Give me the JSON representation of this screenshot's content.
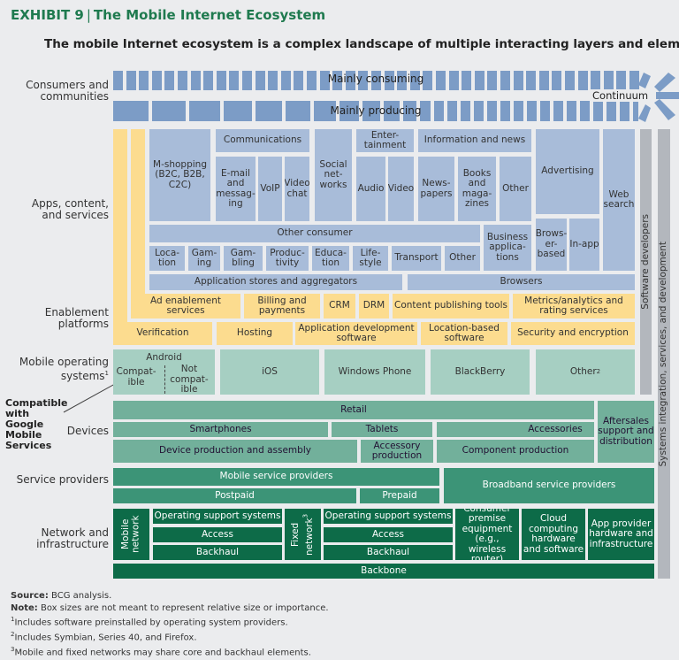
{
  "header": {
    "exhibit": "EXHIBIT 9",
    "title": "The Mobile Internet Ecosystem",
    "subtitle": "The mobile Internet ecosystem is a complex landscape of multiple interacting layers and elements"
  },
  "row_labels": {
    "consumers": "Consumers and communities",
    "apps": "Apps, content, and services",
    "enablement": "Enablement platforms",
    "os": "Mobile operating systems",
    "os_sup": "1",
    "devices": "Devices",
    "service": "Service providers",
    "network": "Network and infrastructure",
    "gms_callout": "Compatible with Google Mobile Services"
  },
  "consumers": {
    "consuming": "Mainly consuming",
    "producing": "Mainly producing",
    "continuum": "Continuum"
  },
  "apps": {
    "m_shopping": "M-shopping (B2C, B2B, C2C)",
    "communications": "Communications",
    "email": "E-mail and messag-ing",
    "voip": "VoIP",
    "video_chat": "Video chat",
    "social": "Social net-works",
    "entertainment": "Enter-tainment",
    "audio": "Audio",
    "video": "Video",
    "info_news": "Information and news",
    "newspapers": "News-papers",
    "books": "Books and maga-zines",
    "other_info": "Other",
    "advertising": "Advertising",
    "web_search": "Web search",
    "other_consumer": "Other consumer",
    "location": "Loca-tion",
    "gaming": "Gam-ing",
    "gambling": "Gam-bling",
    "productivity": "Produc-tivity",
    "education": "Educa-tion",
    "lifestyle": "Life-style",
    "transport": "Transport",
    "other_consumer_small": "Other",
    "business": "Business applica-tions",
    "browser_based": "Brows-er-based",
    "in_app": "In-app",
    "app_stores": "Application stores and aggregators",
    "browsers": "Browsers"
  },
  "enablement": {
    "ad": "Ad enablement services",
    "billing": "Billing and payments",
    "crm": "CRM",
    "drm": "DRM",
    "content_publishing": "Content publishing tools",
    "metrics": "Metrics/analytics and rating services",
    "verification": "Verification",
    "hosting": "Hosting",
    "app_dev": "Application development software",
    "location_sw": "Location-based software",
    "security": "Security and encryption"
  },
  "os": {
    "android": "Android",
    "compatible": "Compat-ible",
    "not_compatible": "Not compat-ible",
    "ios": "iOS",
    "windows": "Windows Phone",
    "blackberry": "BlackBerry",
    "other": "Other",
    "other_sup": "2"
  },
  "devices": {
    "retail": "Retail",
    "smartphones": "Smartphones",
    "tablets": "Tablets",
    "accessories": "Accessories",
    "device_production": "Device production and assembly",
    "accessory_production": "Accessory production",
    "component_production": "Component production",
    "aftersales": "Aftersales support and distribution"
  },
  "service": {
    "mobile_sp": "Mobile service providers",
    "postpaid": "Postpaid",
    "prepaid": "Prepaid",
    "broadband": "Broadband service providers"
  },
  "network": {
    "mobile_network": "Mobile network",
    "fixed_network": "Fixed network",
    "fixed_sup": "3",
    "oss": "Operating support systems",
    "access": "Access",
    "backhaul": "Backhaul",
    "cpe": "Consumer premise equipment (e.g., wireless router)",
    "cloud": "Cloud computing hardware and software",
    "app_provider": "App provider hardware and infrastructure",
    "backbone": "Backbone"
  },
  "verticals": {
    "software_developers": "Software developers",
    "systems_integration": "Systems integration, services, and development"
  },
  "footer": {
    "source_label": "Source:",
    "source": "BCG analysis.",
    "note_label": "Note:",
    "note": "Box sizes are not meant to represent relative size or importance.",
    "fn1_num": "1",
    "fn1": "Includes software preinstalled by operating system providers.",
    "fn2_num": "2",
    "fn2": "Includes Symbian, Series 40, and Firefox.",
    "fn3_num": "3",
    "fn3": "Mobile and fixed networks may share core and backhaul elements."
  }
}
